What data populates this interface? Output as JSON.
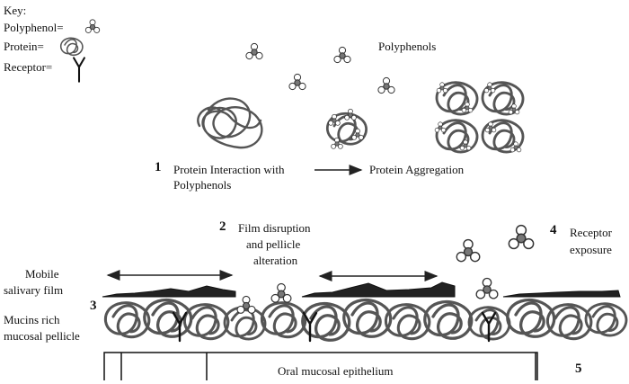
{
  "key": {
    "title": "Key:",
    "polyphenol": "Polyphenol=",
    "protein": "Protein=",
    "receptor": "Receptor="
  },
  "top": {
    "polyphenols_label": "Polyphenols",
    "step1_number": "1",
    "step1_text_line1": "Protein Interaction with",
    "step1_text_line2": "Polyphenols",
    "aggregation_label": "Protein Aggregation"
  },
  "bottom": {
    "step2_number": "2",
    "step2_line1": "Film disruption",
    "step2_line2": "and pellicle",
    "step2_line3": "alteration",
    "step4_number": "4",
    "step4_line1": "Receptor",
    "step4_line2": "exposure",
    "mobile_line1": "Mobile",
    "mobile_line2": "salivary film",
    "step3_number": "3",
    "mucins_line1": "Mucins rich",
    "mucins_line2": "mucosal pellicle",
    "epithelium_label": "Oral mucosal epithelium",
    "step5_number": "5"
  }
}
